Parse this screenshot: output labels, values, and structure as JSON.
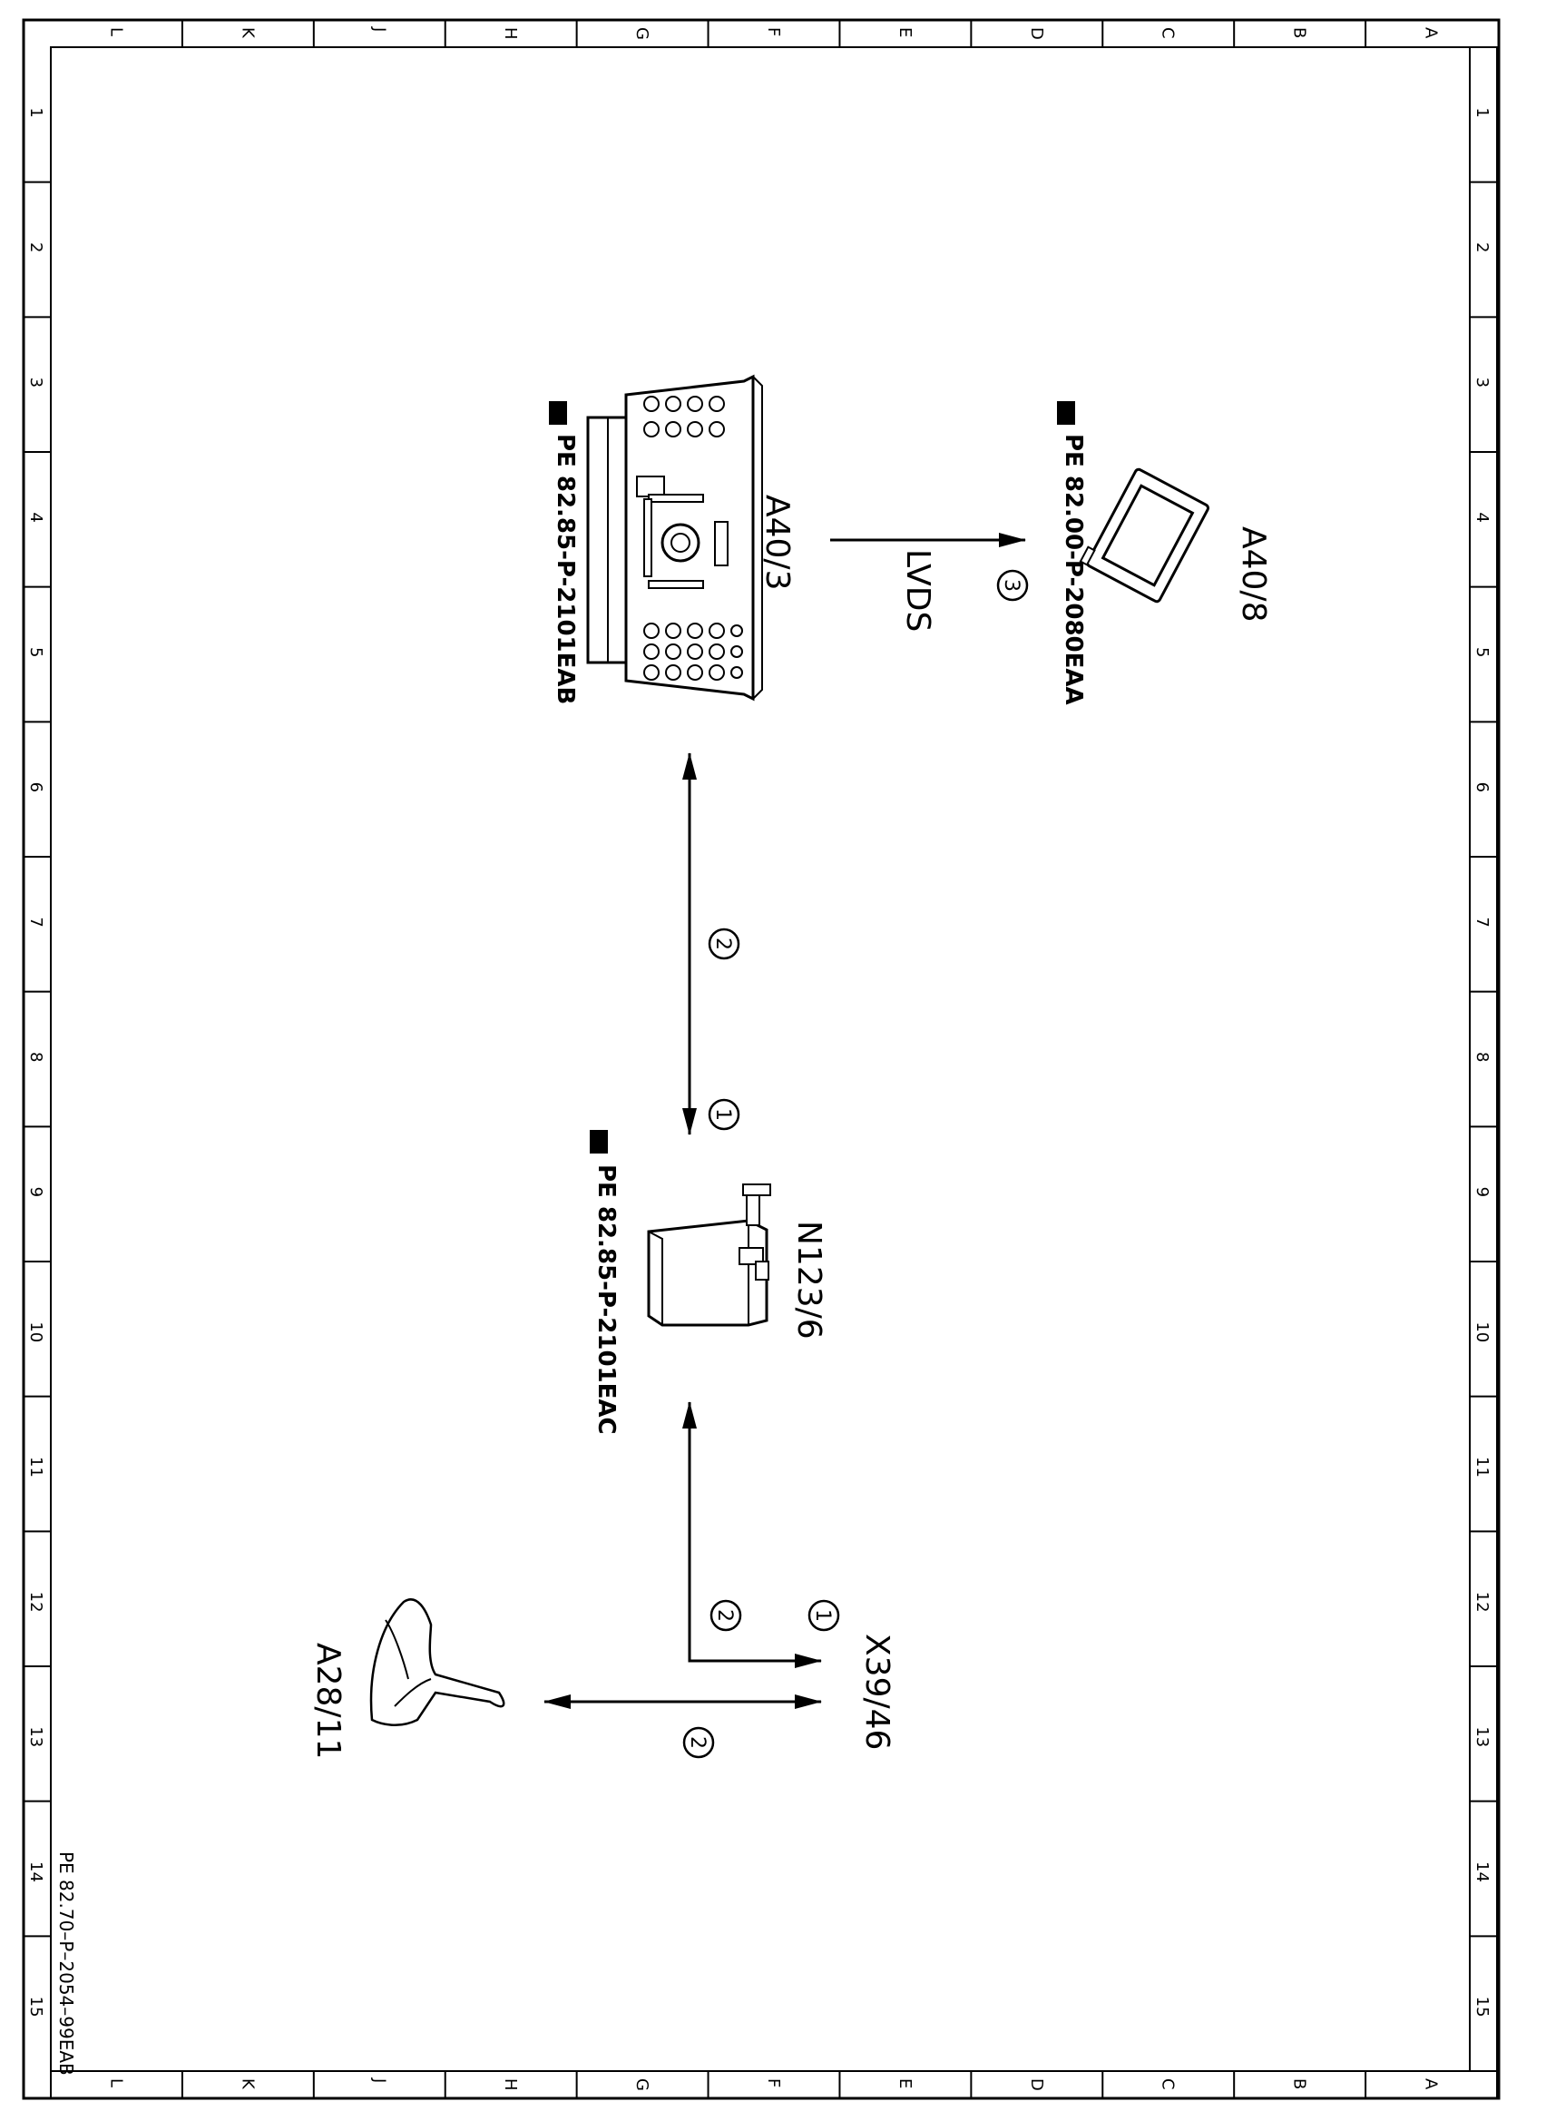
{
  "frame": {
    "columns": [
      "L",
      "K",
      "J",
      "H",
      "G",
      "F",
      "E",
      "D",
      "C",
      "B",
      "A"
    ],
    "rows": [
      "1",
      "2",
      "3",
      "4",
      "5",
      "6",
      "7",
      "8",
      "9",
      "10",
      "11",
      "12",
      "13",
      "14",
      "15"
    ]
  },
  "document_id": "PE 82.70–P–2054–99EAB",
  "components": {
    "a40_3": {
      "label": "A40/3",
      "ref": "PE 82.85-P-2101EAB"
    },
    "a40_8": {
      "label": "A40/8",
      "ref": "PE 82.00-P-2080EAA"
    },
    "n123_6": {
      "label": "N123/6",
      "ref": "PE 82.85-P-2101EAC"
    },
    "x39_46": {
      "label": "X39/46"
    },
    "a28_11": {
      "label": "A28/11"
    }
  },
  "connections": {
    "lvds_label": "LVDS",
    "markers": {
      "m3": "3",
      "m2_upper": "2",
      "m1_upper": "1",
      "m1_lower": "1",
      "m2_lower": "2",
      "m2_bottom": "2"
    }
  }
}
